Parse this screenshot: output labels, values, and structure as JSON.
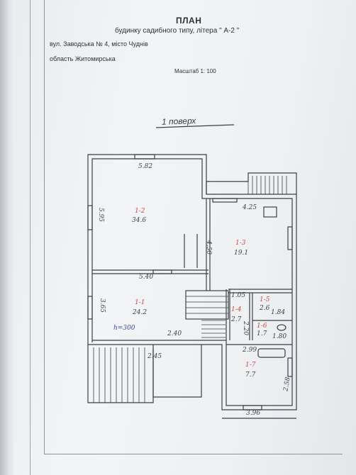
{
  "header": {
    "title": "ПЛАН",
    "subtitle": "будинку садибного типу, літера \" А-2 \"",
    "street": "вул. Заводська № 4,  місто Чуднів",
    "region": "область  Житомирська",
    "scale": "Масштаб 1: 100"
  },
  "floor_label": "1 поверх",
  "dimensions": {
    "top_width_room2": "5.82",
    "room2_height": "5.95",
    "room3_width": "4.25",
    "room3_height": "4.50",
    "mid_width": "5.40",
    "room1_height": "3.65",
    "room5_width": "1.84",
    "room6_width": "1.80",
    "room4_width": "1.05",
    "room4_height": "2.20",
    "bottom_segment": "2.40",
    "porch_width": "2.45",
    "room7_top": "2.99",
    "room7_height": "2.58",
    "bottom_total": "3.96"
  },
  "rooms": [
    {
      "id": "1-1",
      "area": "24.2"
    },
    {
      "id": "1-2",
      "area": "34.6"
    },
    {
      "id": "1-3",
      "area": "19.1"
    },
    {
      "id": "1-4",
      "area": "2.7"
    },
    {
      "id": "1-5",
      "area": "2.6"
    },
    {
      "id": "1-6",
      "area": "1.7"
    },
    {
      "id": "1-7",
      "area": "7.7"
    }
  ],
  "ceiling_height": "h=300",
  "colors": {
    "annotation": "#c74a48",
    "line": "#3b3f48"
  }
}
